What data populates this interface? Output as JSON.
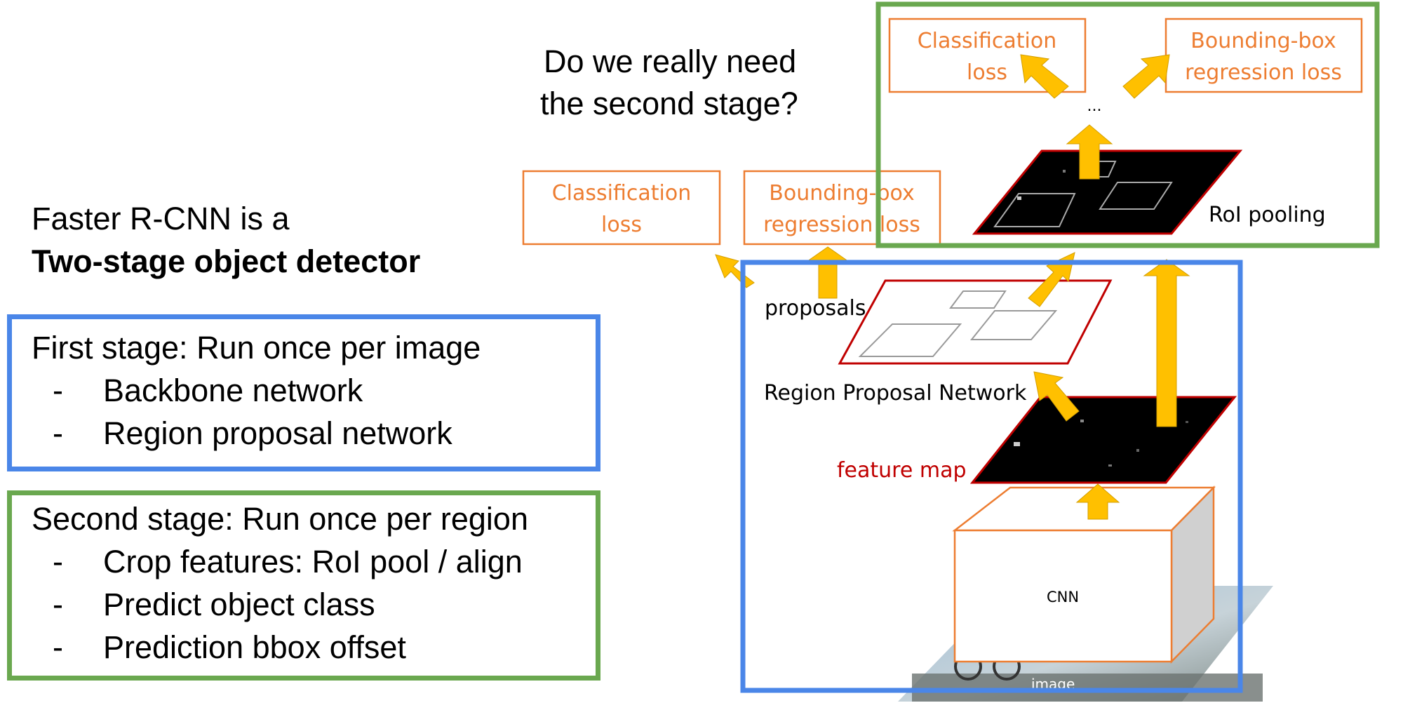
{
  "question": [
    "Do we really need",
    "the second stage?"
  ],
  "intro": {
    "line1": "Faster R-CNN is a",
    "line2": "Two-stage object detector"
  },
  "first_stage": {
    "heading": "First stage: Run once per image",
    "items": [
      "Backbone network",
      "Region proposal network"
    ]
  },
  "second_stage": {
    "heading": "Second stage: Run once per region",
    "items": [
      "Crop features: RoI pool / align",
      "Predict object class",
      "Prediction bbox offset"
    ]
  },
  "bullet": "-",
  "diagram": {
    "cls_loss": [
      "Classification",
      "loss"
    ],
    "bbox_loss": [
      "Bounding-box",
      "regression loss"
    ],
    "ellipsis": "...",
    "roi_pooling": "RoI pooling",
    "proposals": "proposals",
    "rpn": "Region Proposal Network",
    "feature_map": "feature map",
    "cnn": "CNN",
    "image": "image"
  },
  "colors": {
    "blue": "#4a86e8",
    "green": "#6aa84f",
    "orange": "#ed7d31",
    "arrow": "#ffc000",
    "red": "#c00000"
  }
}
